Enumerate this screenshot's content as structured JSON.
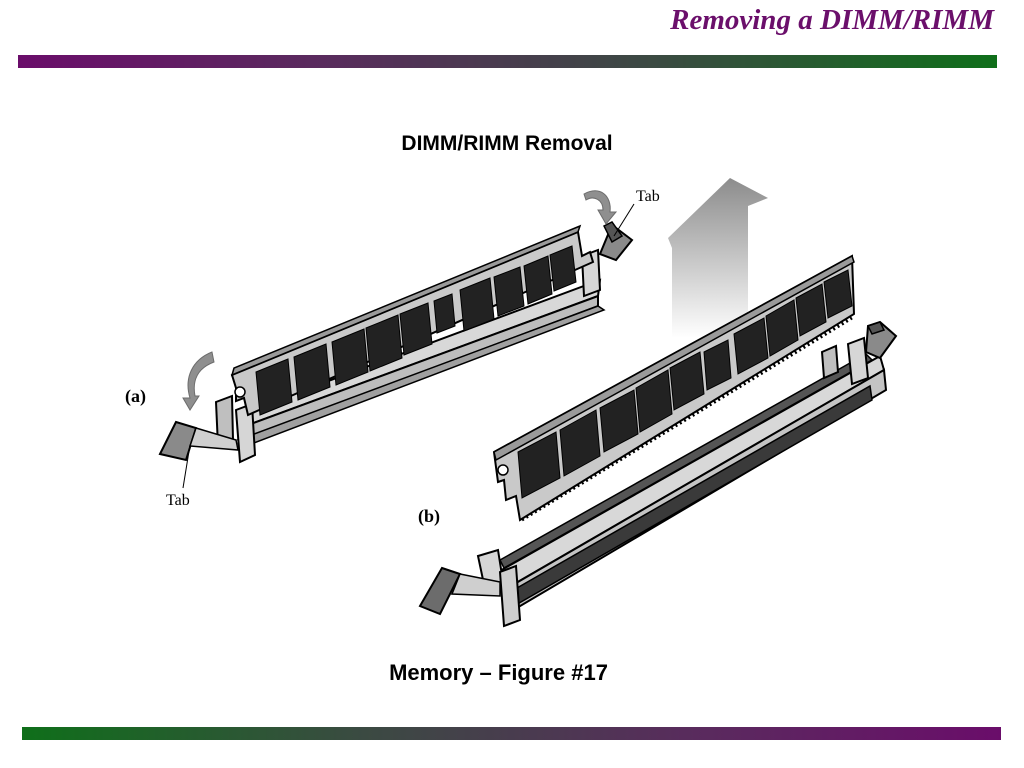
{
  "slide": {
    "title": "Removing a DIMM/RIMM"
  },
  "diagram": {
    "title": "DIMM/RIMM Removal",
    "label_a": "(a)",
    "label_b": "(b)",
    "tab_top": "Tab",
    "tab_bottom": "Tab"
  },
  "caption": "Memory – Figure #17"
}
